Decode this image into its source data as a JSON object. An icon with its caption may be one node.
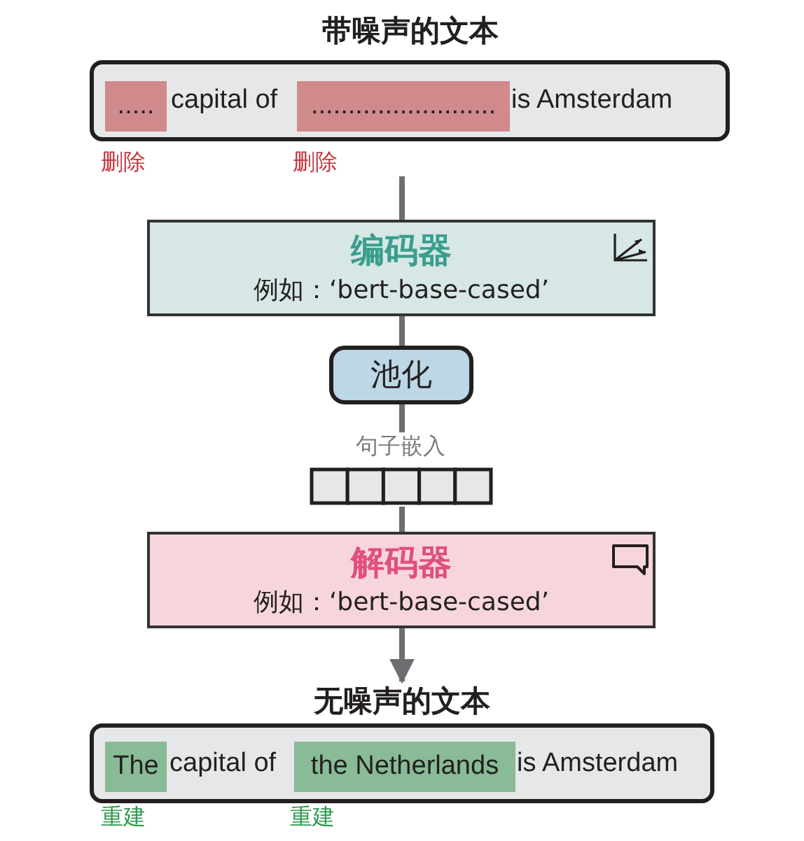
{
  "diagram": {
    "nodes": [
      {
        "text": [
          "带噪声的文本",
          "capital of",
          "is Amsterdam"
        ]
      },
      {
        "text": [
          "....."
        ],
        "in": 0,
        "beside": [
          "删除"
        ]
      },
      {
        "text": [
          "........................."
        ],
        "in": 0,
        "beside": [
          "删除"
        ]
      },
      {
        "text": [
          "编码器",
          "例如：‘bert-base-cased’"
        ]
      },
      {
        "text": [
          "池化"
        ]
      },
      {
        "text": [
          "句子嵌入"
        ]
      },
      {
        "text": [
          "解码器",
          "例如：‘bert-base-cased’"
        ]
      },
      {
        "text": [
          "无噪声的文本",
          "capital of",
          "is Amsterdam"
        ]
      },
      {
        "text": [
          "The"
        ],
        "in": 7,
        "beside": [
          "重建"
        ]
      },
      {
        "text": [
          "the Netherlands"
        ],
        "in": 7,
        "beside": [
          "重建"
        ]
      }
    ],
    "edges": [
      {
        "from": 0,
        "to": 3,
        "arrow": "none"
      },
      {
        "from": 3,
        "to": 4,
        "arrow": "none"
      },
      {
        "from": 4,
        "to": 5,
        "arrow": "none"
      },
      {
        "from": 5,
        "to": 6,
        "arrow": "none"
      },
      {
        "from": 6,
        "to": 7,
        "arrow": "to"
      }
    ]
  }
}
